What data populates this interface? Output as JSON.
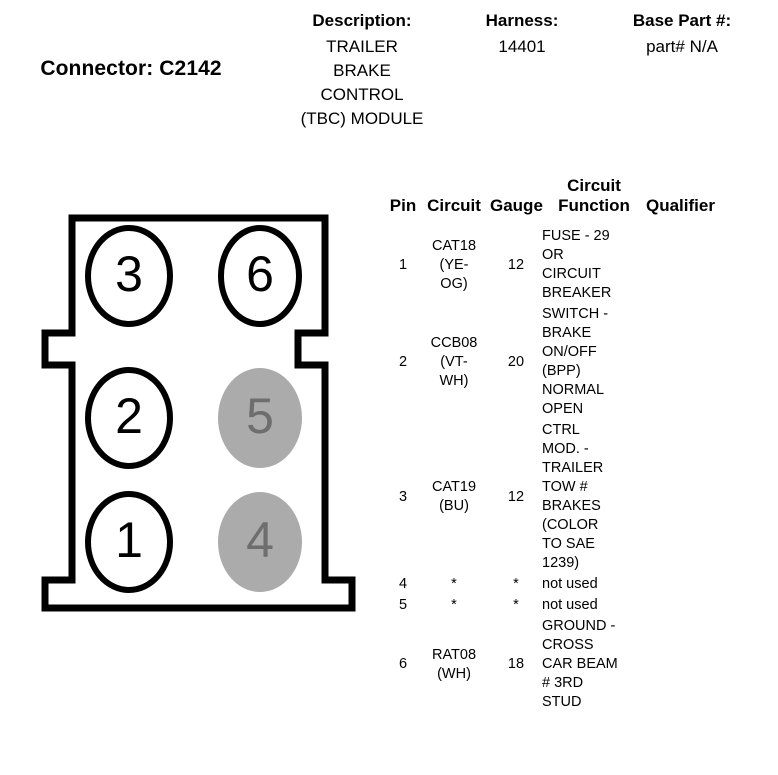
{
  "header": {
    "connector_title": "Connector: C2142",
    "description_label": "Description:",
    "description_value": "TRAILER\nBRAKE\nCONTROL\n(TBC) MODULE",
    "harness_label": "Harness:",
    "harness_value": "14401",
    "base_part_label": "Base Part #:",
    "base_part_value": "part# N/A"
  },
  "connector_diagram": {
    "pins": [
      {
        "number": "3",
        "state": "open",
        "position": "top-left"
      },
      {
        "number": "6",
        "state": "open",
        "position": "top-right"
      },
      {
        "number": "2",
        "state": "open",
        "position": "middle-left"
      },
      {
        "number": "5",
        "state": "filled",
        "position": "middle-right"
      },
      {
        "number": "1",
        "state": "open",
        "position": "bottom-left"
      },
      {
        "number": "4",
        "state": "filled",
        "position": "bottom-right"
      }
    ],
    "colors": {
      "body_stroke": "#000000",
      "body_fill": "#ffffff",
      "pin_open_fill": "#ffffff",
      "pin_filled_fill": "#ababab",
      "pin_filled_text": "#6e6e6e"
    }
  },
  "pin_table": {
    "headers": {
      "pin": "Pin",
      "circuit": "Circuit",
      "gauge": "Gauge",
      "function": "Circuit\nFunction",
      "qualifier": "Qualifier"
    },
    "rows": [
      {
        "pin": "1",
        "circuit": "CAT18\n(YE-\nOG)",
        "gauge": "12",
        "function": "FUSE - 29\nOR\nCIRCUIT\nBREAKER",
        "qualifier": ""
      },
      {
        "pin": "2",
        "circuit": "CCB08\n(VT-\nWH)",
        "gauge": "20",
        "function": "SWITCH -\nBRAKE\nON/OFF\n(BPP)\nNORMAL\nOPEN",
        "qualifier": ""
      },
      {
        "pin": "3",
        "circuit": "CAT19\n(BU)",
        "gauge": "12",
        "function": "CTRL\nMOD. -\nTRAILER\nTOW #\nBRAKES\n(COLOR\nTO SAE\n1239)",
        "qualifier": ""
      },
      {
        "pin": "4",
        "circuit": "*",
        "gauge": "*",
        "function": "not used",
        "qualifier": ""
      },
      {
        "pin": "5",
        "circuit": "*",
        "gauge": "*",
        "function": "not used",
        "qualifier": ""
      },
      {
        "pin": "6",
        "circuit": "RAT08\n(WH)",
        "gauge": "18",
        "function": "GROUND -\nCROSS\nCAR BEAM\n# 3RD\nSTUD",
        "qualifier": ""
      }
    ]
  }
}
